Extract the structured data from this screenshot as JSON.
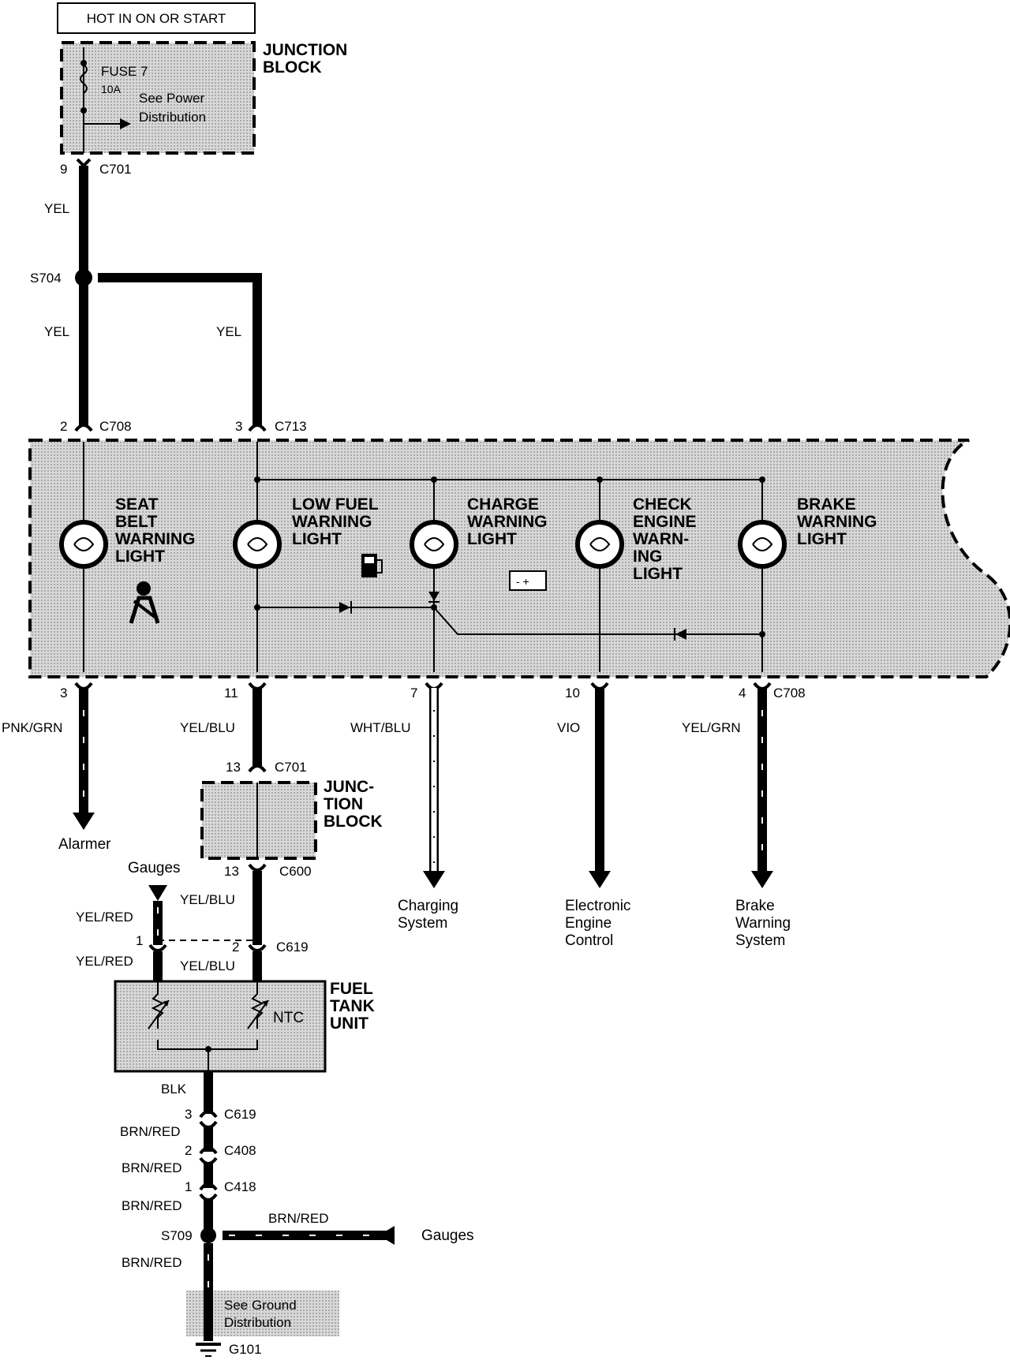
{
  "power": {
    "hot_label": "HOT IN ON OR START",
    "junction_block_1": "JUNCTION",
    "junction_block_2": "BLOCK",
    "fuse_name": "FUSE 7",
    "fuse_rating": "10A",
    "see_power_1": "See Power",
    "see_power_2": "Distribution"
  },
  "connectors": {
    "c701_top_pin": "9",
    "c701_top": "C701",
    "wire_yel": "YEL",
    "splice_s704": "S704",
    "c708_pin": "2",
    "c708": "C708",
    "c713_pin": "3",
    "c713": "C713"
  },
  "cluster": {
    "lamps": [
      {
        "l1": "SEAT",
        "l2": "BELT",
        "l3": "WARNING",
        "l4": "LIGHT"
      },
      {
        "l1": "LOW FUEL",
        "l2": "WARNING",
        "l3": "LIGHT"
      },
      {
        "l1": "CHARGE",
        "l2": "WARNING",
        "l3": "LIGHT"
      },
      {
        "l1": "CHECK",
        "l2": "ENGINE",
        "l3": "WARN-",
        "l4": "ING",
        "l5": "LIGHT"
      },
      {
        "l1": "BRAKE",
        "l2": "WARNING",
        "l3": "LIGHT"
      }
    ]
  },
  "outputs": {
    "pin_3": "3",
    "wire_pnk_grn": "PNK/GRN",
    "dest_alarmer": "Alarmer",
    "pin_11": "11",
    "wire_yel_blu": "YEL/BLU",
    "pin_7": "7",
    "wire_wht_blu": "WHT/BLU",
    "dest_charging_1": "Charging",
    "dest_charging_2": "System",
    "pin_10": "10",
    "wire_vio": "VIO",
    "dest_eec_1": "Electronic",
    "dest_eec_2": "Engine",
    "dest_eec_3": "Control",
    "pin_4": "4",
    "c708_bottom": "C708",
    "wire_yel_grn": "YEL/GRN",
    "dest_brake_1": "Brake",
    "dest_brake_2": "Warning",
    "dest_brake_3": "System"
  },
  "fuel": {
    "c701_pin": "13",
    "c701": "C701",
    "jb_1": "JUNC-",
    "jb_2": "TION",
    "jb_3": "BLOCK",
    "c600_pin": "13",
    "c600": "C600",
    "gauges_top": "Gauges",
    "wire_yel_red": "YEL/RED",
    "c619_pin1": "1",
    "c619_pin2": "2",
    "c619": "C619",
    "ftu_1": "FUEL",
    "ftu_2": "TANK",
    "ftu_3": "UNIT",
    "ntc": "NTC"
  },
  "ground": {
    "wire_blk": "BLK",
    "c619_pin": "3",
    "c619": "C619",
    "wire_brn_red": "BRN/RED",
    "c408_pin": "2",
    "c408": "C408",
    "c418_pin": "1",
    "c418": "C418",
    "splice_s709": "S709",
    "gauges_right": "Gauges",
    "see_ground_1": "See Ground",
    "see_ground_2": "Distribution",
    "ground_g101": "G101"
  }
}
